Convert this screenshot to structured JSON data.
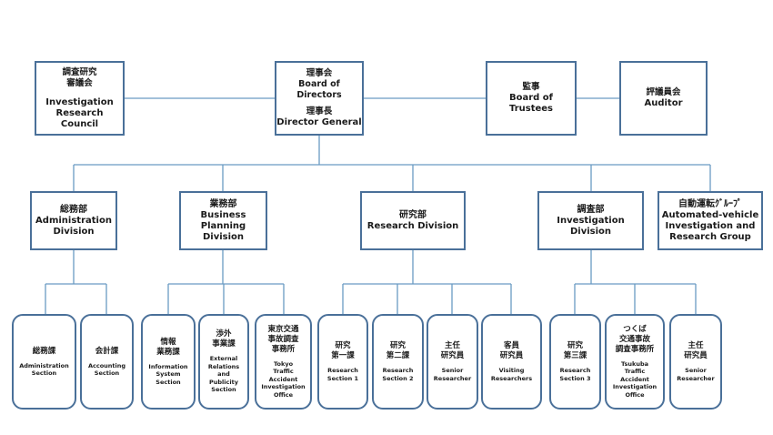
{
  "top": {
    "council": {
      "jp": "調査研究\n審議会",
      "en": "Investigation\nResearch Council"
    },
    "board": {
      "jp": "理事会\nBoard of\nDirectors",
      "en2jp": "理事長",
      "en": "Director General"
    },
    "trustees": {
      "jp": "監事",
      "en": "Board of\nTrustees"
    },
    "auditor": {
      "jp": "評議員会",
      "en": "Auditor"
    }
  },
  "divisions": {
    "admin": {
      "jp": "総務部",
      "en": "Administration\nDivision"
    },
    "business": {
      "jp": "業務部",
      "en": "Business\nPlanning Division"
    },
    "research": {
      "jp": "研究部",
      "en": "Research Division"
    },
    "invest": {
      "jp": "調査部",
      "en": "Investigation Division"
    },
    "auto": {
      "jp": "自動運転ｸﾞﾙｰﾌﾟ",
      "en": "Automated-vehicle\nInvestigation and\nResearch Group"
    }
  },
  "sections": {
    "admin_sec": {
      "jp": "総務課",
      "en": "Administration\nSection"
    },
    "account_sec": {
      "jp": "会計課",
      "en": "Accounting\nSection"
    },
    "info_sec": {
      "jp": "情報\n業務課",
      "en": "Information\nSystem\nSection"
    },
    "ext_sec": {
      "jp": "渉外\n事業課",
      "en": "External\nRelations\nand\nPublicity\nSection"
    },
    "tokyo_off": {
      "jp": "東京交通\n事故調査\n事務所",
      "en": "Tokyo\nTraffic\nAccident\nInvestigation\nOffice"
    },
    "res1": {
      "jp": "研究\n第一課",
      "en": "Research\nSection 1"
    },
    "res2": {
      "jp": "研究\n第二課",
      "en": "Research\nSection 2"
    },
    "senior1": {
      "jp": "主任\n研究員",
      "en": "Senior\nResearcher"
    },
    "visiting": {
      "jp": "客員\n研究員",
      "en": "Visiting\nResearchers"
    },
    "res3": {
      "jp": "研究\n第三課",
      "en": "Research\nSection 3"
    },
    "tsukuba_off": {
      "jp": "つくば\n交通事故\n調査事務所",
      "en": "Tsukuba\nTraffic\nAccident\nInvestigation\nOffice"
    },
    "senior2": {
      "jp": "主任\n研究員",
      "en": "Senior\nResearcher"
    }
  },
  "colors": {
    "line": "#6a9bc3",
    "border": "#4a7099"
  }
}
